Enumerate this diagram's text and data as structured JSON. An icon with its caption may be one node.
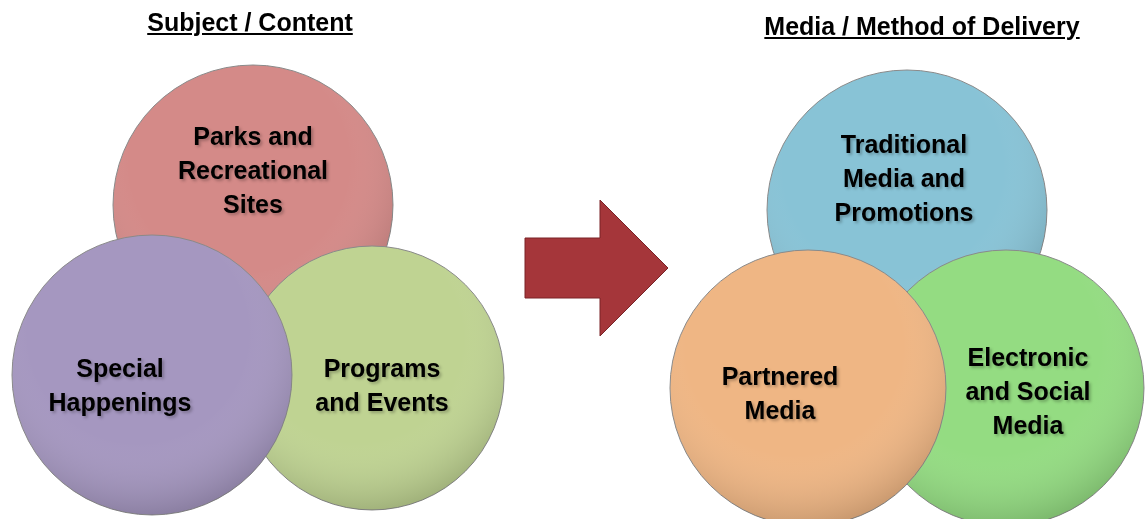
{
  "diagram": {
    "nodes": [
      {
        "text": [
          "Parks and Recreational Sites"
        ]
      },
      {
        "text": [
          "Special Happenings"
        ]
      },
      {
        "text": [
          "Programs and Events"
        ]
      },
      {
        "text": [
          "Traditional Media and Promotions"
        ]
      },
      {
        "text": [
          "Partnered Media"
        ]
      },
      {
        "text": [
          "Electronic and Social Media"
        ]
      }
    ],
    "labels": [
      "Subject / Content",
      "Media / Method of Delivery"
    ]
  }
}
